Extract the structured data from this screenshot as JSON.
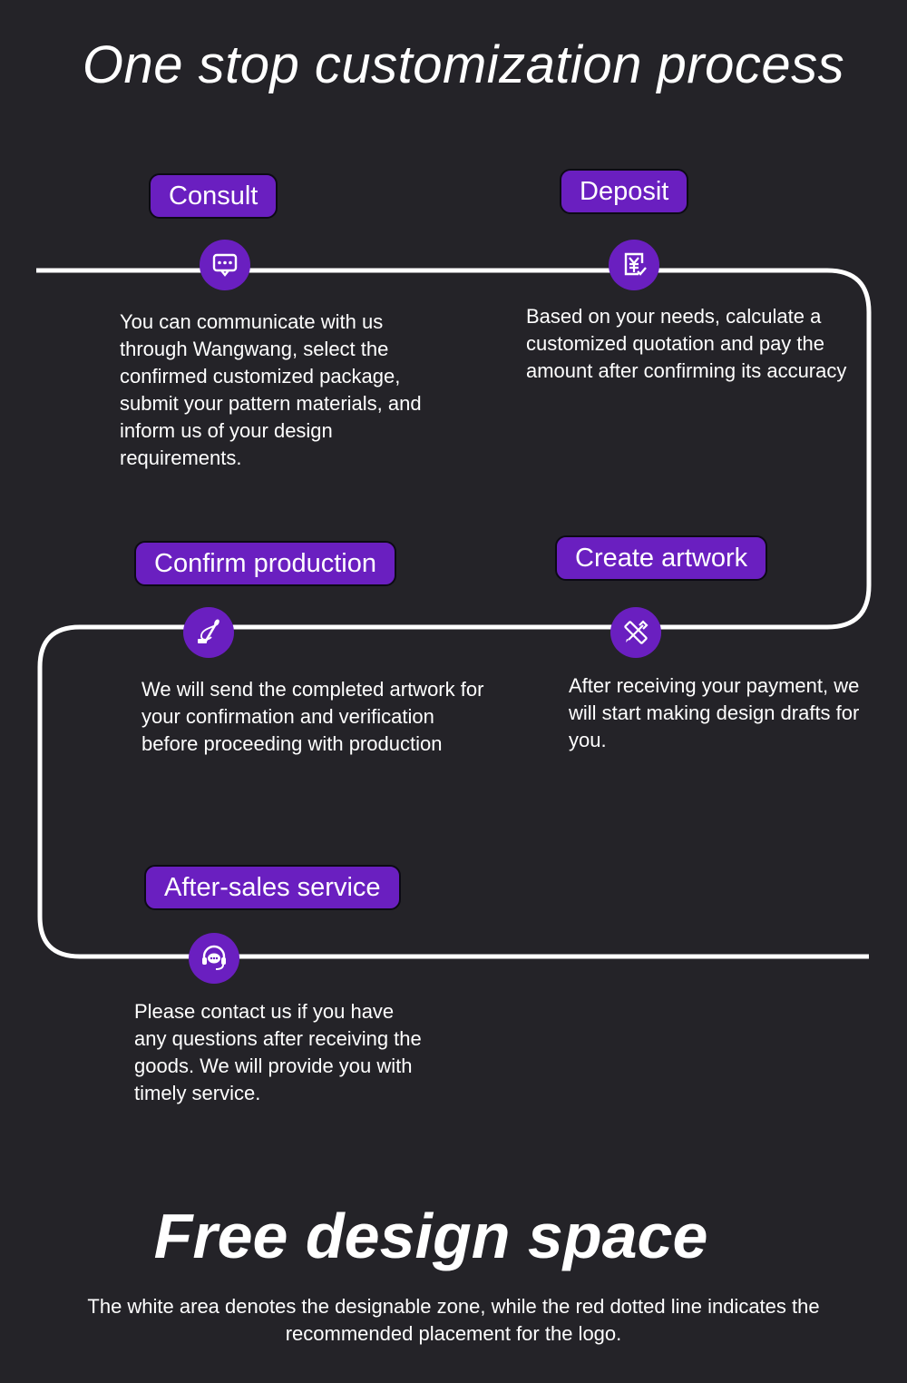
{
  "title": "One stop customization process",
  "steps": [
    {
      "label": "Consult",
      "icon": "chat-icon",
      "description": "You can communicate with us through Wangwang, select the confirmed customized package, submit your pattern materials, and inform us of your design requirements."
    },
    {
      "label": "Deposit",
      "icon": "payment-icon",
      "description": "Based on your needs, calculate a customized quotation and pay the amount after confirming its accuracy"
    },
    {
      "label": "Create artwork",
      "icon": "pencil-ruler-icon",
      "description": "After receiving your payment, we will start making design drafts for you."
    },
    {
      "label": "Confirm production",
      "icon": "needle-thread-icon",
      "description": "We will send the completed artwork for your confirmation and verification before proceeding with production"
    },
    {
      "label": "After-sales service",
      "icon": "customer-service-icon",
      "description": "Please contact us if you have any questions after receiving the goods. We will provide you with timely service."
    }
  ],
  "free_design": {
    "heading": "Free design space",
    "note": "The white area denotes the designable zone, while the red dotted line indicates the recommended placement for the logo."
  },
  "colors": {
    "background": "#242328",
    "accent": "#6a1fc0",
    "line": "#ffffff"
  }
}
